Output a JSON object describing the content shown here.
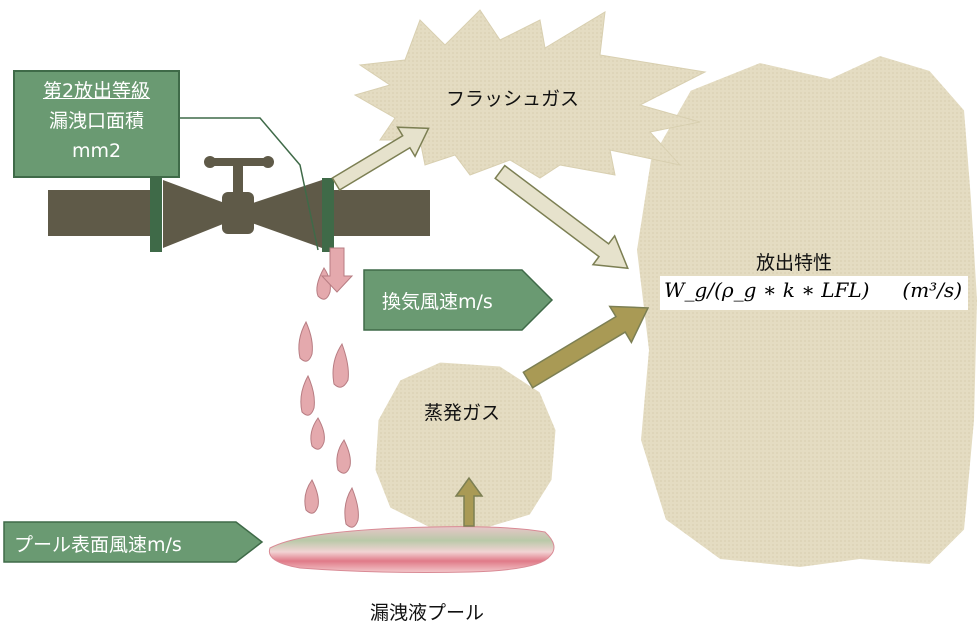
{
  "release_grade_box": {
    "title": "第2放出等級",
    "line2": "漏洩口面積",
    "line3": "mm2"
  },
  "flash_gas": {
    "label": "フラッシュガス"
  },
  "ventilation": {
    "label": "換気風速m/s"
  },
  "evaporation": {
    "label": "蒸発ガス"
  },
  "pool_surface_wind": {
    "label": "プール表面風速m/s"
  },
  "leak_pool": {
    "label": "漏洩液プール"
  },
  "release_characteristic": {
    "title": "放出特性",
    "formula": "W_g/(ρ_g ∗ k ∗ LFL)",
    "unit": "(m³/s)"
  },
  "colors": {
    "pipe": "#5f5a48",
    "green_box": "#6a9a72",
    "cloud": "#e4dcc2",
    "droplet": "#e4a9ad",
    "arrow_light": "#e6e2cc",
    "arrow_dark": "#a99a55",
    "pool_pink": "#e68a95",
    "pool_green": "#c8d6b6"
  }
}
